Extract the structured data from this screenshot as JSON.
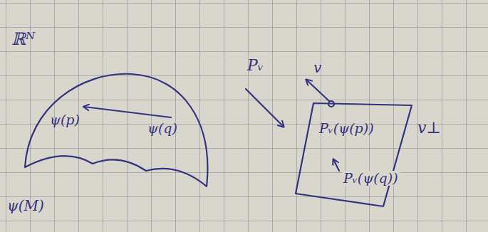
{
  "diagram": {
    "labels": [
      "ℝᴺ",
      "ψ(p)",
      "ψ(q)",
      "ψ(M)",
      "Pᵥ",
      "v",
      "v⊥",
      "Pᵥ(ψ(p))",
      "Pᵥ(ψ(q))"
    ]
  }
}
